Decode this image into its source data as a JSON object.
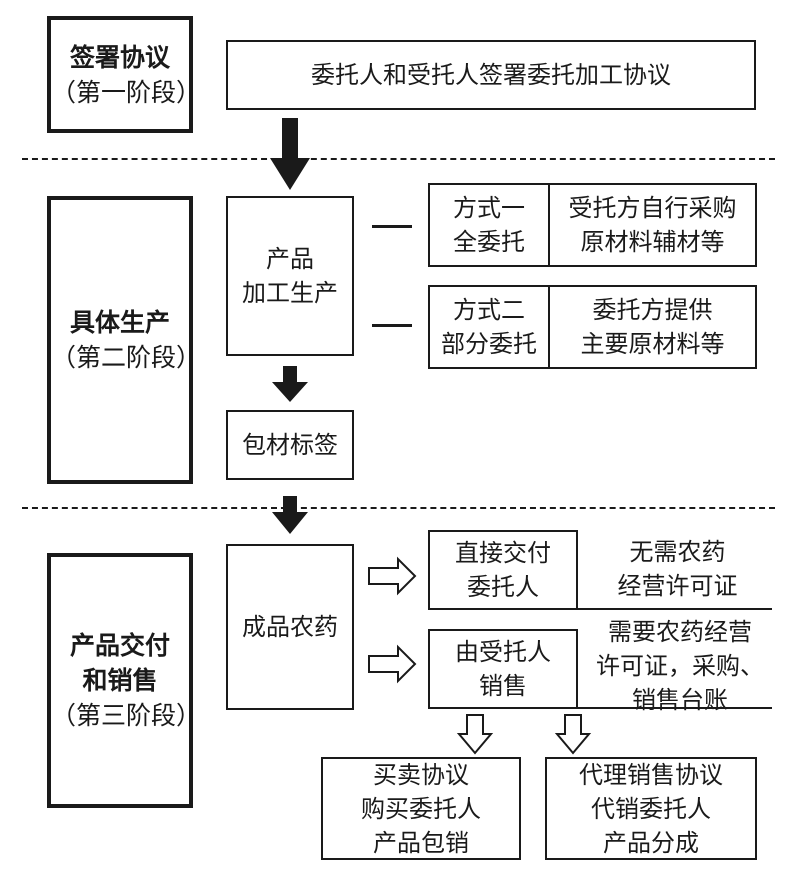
{
  "stages": {
    "one": {
      "title": "签署协议",
      "sub": "（第一阶段）"
    },
    "two": {
      "title": "具体生产",
      "sub": "（第二阶段）"
    },
    "three": {
      "title1": "产品交付",
      "title2": "和销售",
      "sub": "（第三阶段）"
    }
  },
  "step1": {
    "agreement": "委托人和受托人签署委托加工协议"
  },
  "step2": {
    "production_line1": "产品",
    "production_line2": "加工生产",
    "packaging": "包材标签",
    "mode1": {
      "name1": "方式一",
      "name2": "全委托",
      "desc1": "受托方自行采购",
      "desc2": "原材料辅材等"
    },
    "mode2": {
      "name1": "方式二",
      "name2": "部分委托",
      "desc1": "委托方提供",
      "desc2": "主要原材料等"
    }
  },
  "step3": {
    "product": "成品农药",
    "direct": {
      "label1": "直接交付",
      "label2": "委托人",
      "note1": "无需农药",
      "note2": "经营许可证"
    },
    "sell": {
      "label1": "由受托人",
      "label2": "销售",
      "note1": "需要农药经营",
      "note2": "许可证，采购、",
      "note3": "销售台账"
    },
    "buy": {
      "l1": "买卖协议",
      "l2": "购买委托人",
      "l3": "产品包销"
    },
    "agent": {
      "l1": "代理销售协议",
      "l2": "代销委托人",
      "l3": "产品分成"
    }
  },
  "colors": {
    "ink": "#1a1a1a",
    "background": "#ffffff"
  }
}
